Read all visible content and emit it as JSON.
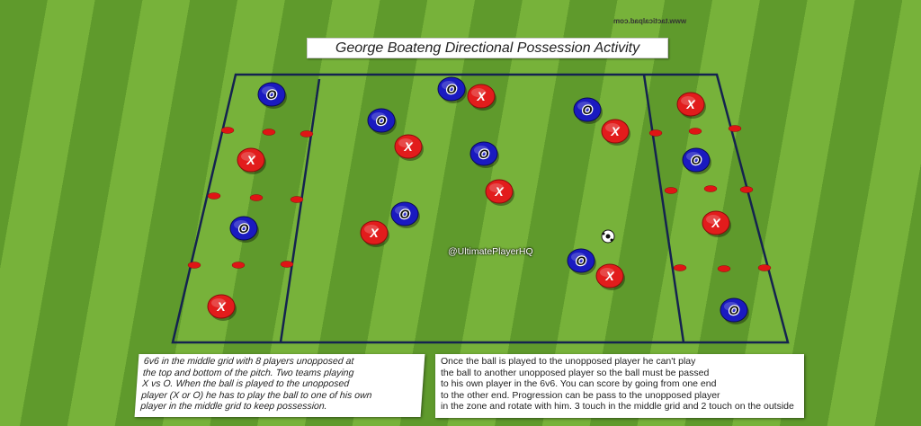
{
  "title": "George Boateng Directional Possession Activity",
  "watermark": "www.tacticalpad.com",
  "handle": "@UltimatePlayerHQ",
  "teams": {
    "x_label": "X",
    "o_label": "O",
    "x_color": "#e21c1c",
    "o_color": "#1a1ac0"
  },
  "description_left": [
    "6v6 in the middle grid with 8 players unopposed at",
    "the top and bottom of the pitch. Two teams playing",
    "X vs O. When the ball is played to the unopposed",
    "player (X or O) he has to play the ball to one of his own",
    "player in the middle grid to keep possession."
  ],
  "description_right": [
    "Once the ball is played to the unopposed player he can't play",
    "the ball to another unopposed player so the ball must be passed",
    "to his own player in the 6v6. You can score by going from one end",
    "to the other end. Progression can be pass to the unopposed player",
    "in the zone and rotate with him. 3 touch in the middle grid and 2 touch on the outside"
  ]
}
